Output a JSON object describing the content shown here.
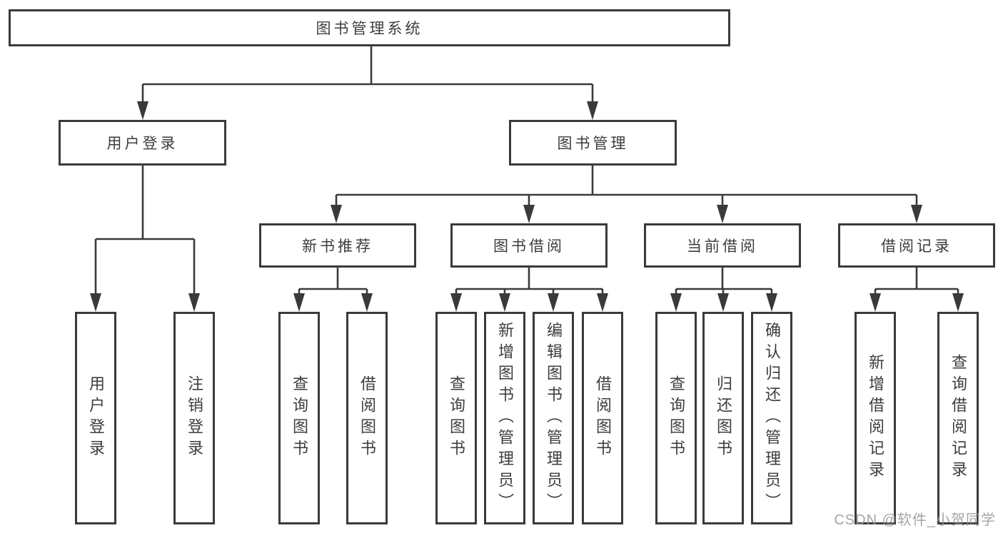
{
  "diagram": {
    "title": "图书管理系统",
    "line_color": "#3a3a3a",
    "box_fill": "#ffffff",
    "text_color": "#3d3d3d",
    "root": {
      "label": "图书管理系统"
    },
    "level2": [
      {
        "label": "用户登录",
        "parent": "图书管理系统"
      },
      {
        "label": "图书管理",
        "parent": "图书管理系统"
      }
    ],
    "level3": [
      {
        "label": "新书推荐",
        "parent": "图书管理"
      },
      {
        "label": "图书借阅",
        "parent": "图书管理"
      },
      {
        "label": "当前借阅",
        "parent": "图书管理"
      },
      {
        "label": "借阅记录",
        "parent": "图书管理"
      }
    ],
    "leaves": [
      {
        "label": "用户登录",
        "parent": "用户登录"
      },
      {
        "label": "注销登录",
        "parent": "用户登录"
      },
      {
        "label": "查询图书",
        "parent": "新书推荐"
      },
      {
        "label": "借阅图书",
        "parent": "新书推荐"
      },
      {
        "label": "查询图书",
        "parent": "图书借阅"
      },
      {
        "label": "新增图书（管理员）",
        "parent": "图书借阅"
      },
      {
        "label": "编辑图书（管理员）",
        "parent": "图书借阅"
      },
      {
        "label": "借阅图书",
        "parent": "图书借阅"
      },
      {
        "label": "查询图书",
        "parent": "当前借阅"
      },
      {
        "label": "归还图书",
        "parent": "当前借阅"
      },
      {
        "label": "确认归还（管理员）",
        "parent": "当前借阅"
      },
      {
        "label": "新增借阅记录",
        "parent": "借阅记录"
      },
      {
        "label": "查询借阅记录",
        "parent": "借阅记录"
      }
    ]
  },
  "watermark": {
    "text": "CSDN @软件_小贺同学"
  }
}
